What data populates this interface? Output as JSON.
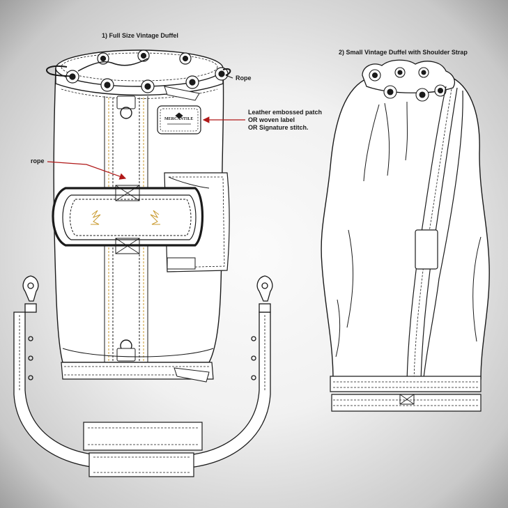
{
  "drawing_1": {
    "title": "1) Full Size Vintage Duffel",
    "callout_rope_top": "Rope",
    "callout_rope_handle": "rope",
    "callout_patch": [
      "Leather embossed patch",
      "OR woven label",
      "OR Signature stitch."
    ],
    "patch_logo_text": "MERCANTILE"
  },
  "drawing_2": {
    "title": "2) Small Vintage Duffel with Shoulder Strap"
  },
  "colors": {
    "line": "#1a1a1a",
    "bag_fill": "#ffffff",
    "callout_arrow": "#b01818",
    "stitch_accent": "#c99a2e"
  }
}
